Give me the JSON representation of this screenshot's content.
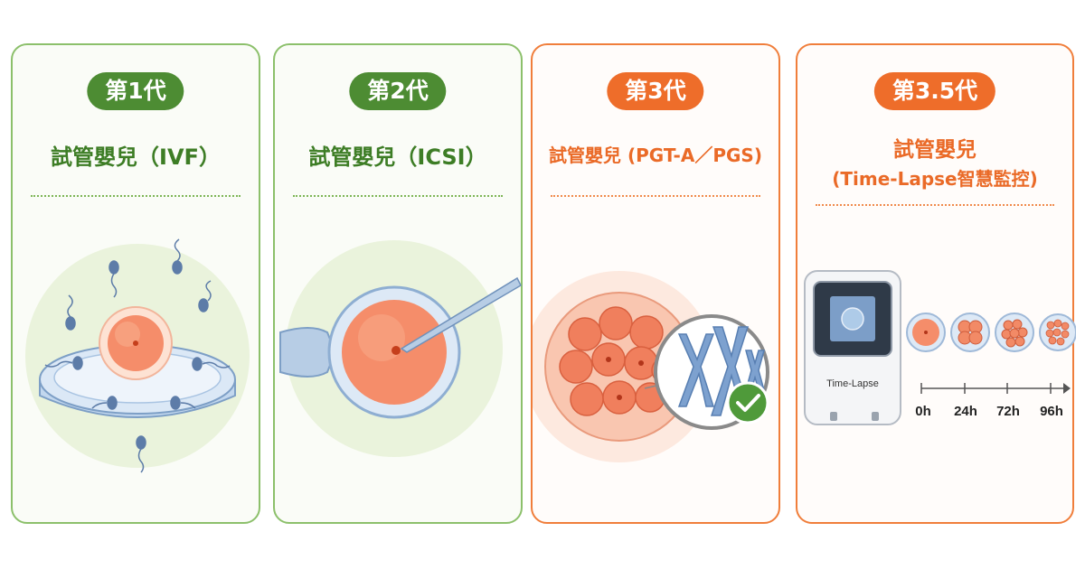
{
  "cards": [
    {
      "generation": "第1代",
      "title": "試管嬰兒（IVF）"
    },
    {
      "generation": "第2代",
      "title": "試管嬰兒（ICSI）"
    },
    {
      "generation": "第3代",
      "title": "試管嬰兒 (PGT-A／PGS)"
    },
    {
      "generation": "第3.5代",
      "title_line1": "試管嬰兒",
      "title_line2": "(Time-Lapse智慧監控)",
      "incubator_label": "Time-Lapse",
      "timeline": [
        "0h",
        "24h",
        "72h",
        "96h"
      ]
    }
  ],
  "colors": {
    "green_accent": "#4d8c33",
    "orange_accent": "#ee6d2a",
    "embryo": "#f58d6a",
    "dish_blue": "#a9c4e2"
  }
}
